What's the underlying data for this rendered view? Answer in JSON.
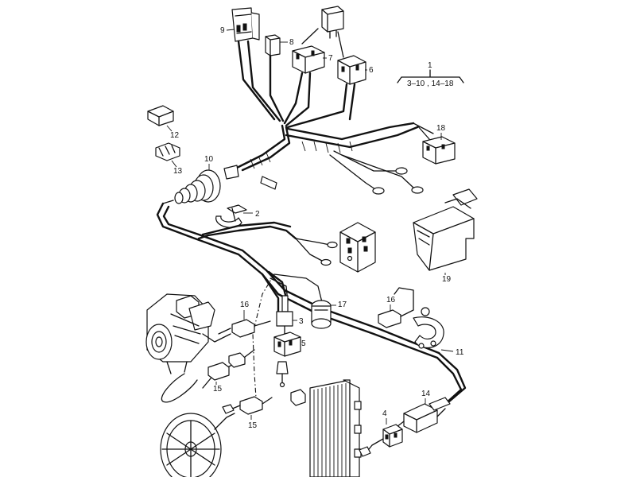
{
  "diagram": {
    "group_label": {
      "number": "1",
      "range": "3–10 , 14–18"
    },
    "callouts": [
      {
        "id": "c9",
        "text": "9"
      },
      {
        "id": "c8",
        "text": "8"
      },
      {
        "id": "c7",
        "text": "7"
      },
      {
        "id": "c6",
        "text": "6"
      },
      {
        "id": "c18",
        "text": "18"
      },
      {
        "id": "c12",
        "text": "12"
      },
      {
        "id": "c13",
        "text": "13"
      },
      {
        "id": "c10",
        "text": "10"
      },
      {
        "id": "c2",
        "text": "2"
      },
      {
        "id": "c19",
        "text": "19"
      },
      {
        "id": "c16a",
        "text": "16"
      },
      {
        "id": "c17",
        "text": "17"
      },
      {
        "id": "c16b",
        "text": "16"
      },
      {
        "id": "c3",
        "text": "3"
      },
      {
        "id": "c5",
        "text": "5"
      },
      {
        "id": "c11",
        "text": "11"
      },
      {
        "id": "c15a",
        "text": "15"
      },
      {
        "id": "c15b",
        "text": "15"
      },
      {
        "id": "c14",
        "text": "14"
      },
      {
        "id": "c4",
        "text": "4"
      }
    ]
  }
}
